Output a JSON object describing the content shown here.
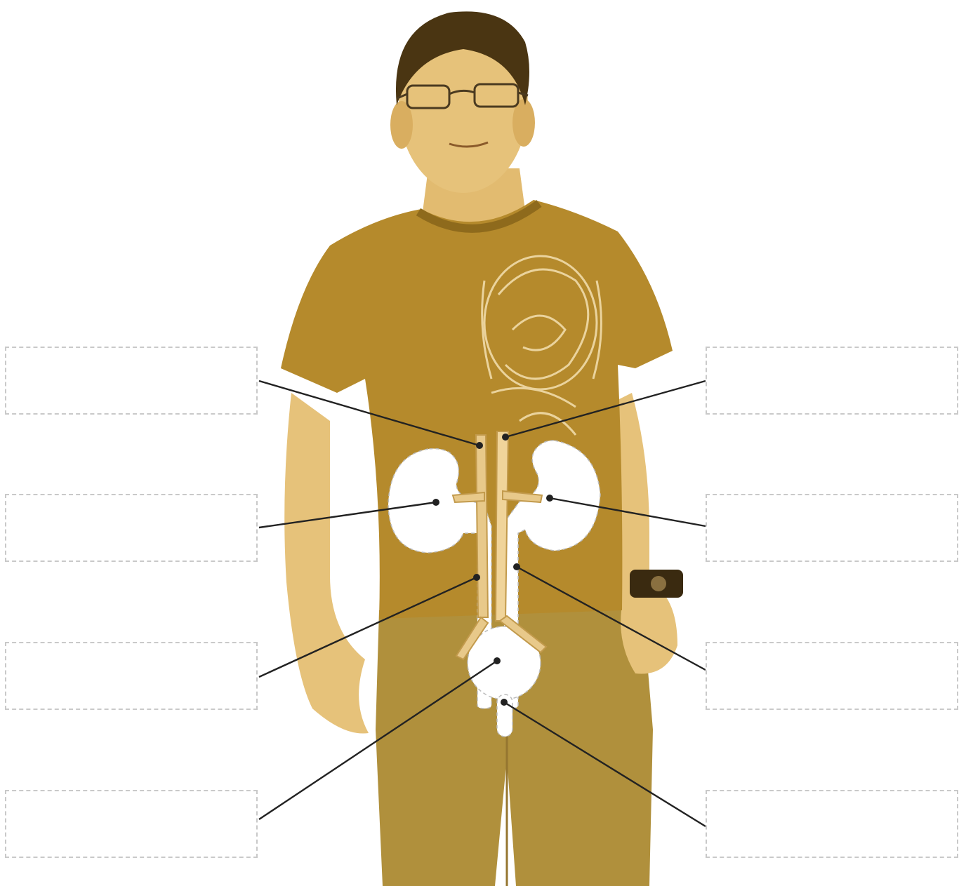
{
  "colors": {
    "background": "#ffffff",
    "skin": "#e6c27a",
    "skin_shadow": "#c99a45",
    "hair": "#4a3512",
    "shirt": "#b58a2c",
    "shirt_dark": "#8e6a1c",
    "jeans": "#b0903c",
    "jeans_dark": "#957630",
    "vessel": "#e8c98a",
    "vessel_dark": "#c29a4c",
    "organ_cutout": "#ffffff",
    "leader_line": "#222222",
    "box_border": "#c9c9c9"
  },
  "label_boxes": [
    {
      "id": "box-left-1",
      "text": ""
    },
    {
      "id": "box-left-2",
      "text": ""
    },
    {
      "id": "box-left-3",
      "text": ""
    },
    {
      "id": "box-left-4",
      "text": ""
    },
    {
      "id": "box-right-1",
      "text": ""
    },
    {
      "id": "box-right-2",
      "text": ""
    },
    {
      "id": "box-right-3",
      "text": ""
    },
    {
      "id": "box-right-4",
      "text": ""
    }
  ]
}
